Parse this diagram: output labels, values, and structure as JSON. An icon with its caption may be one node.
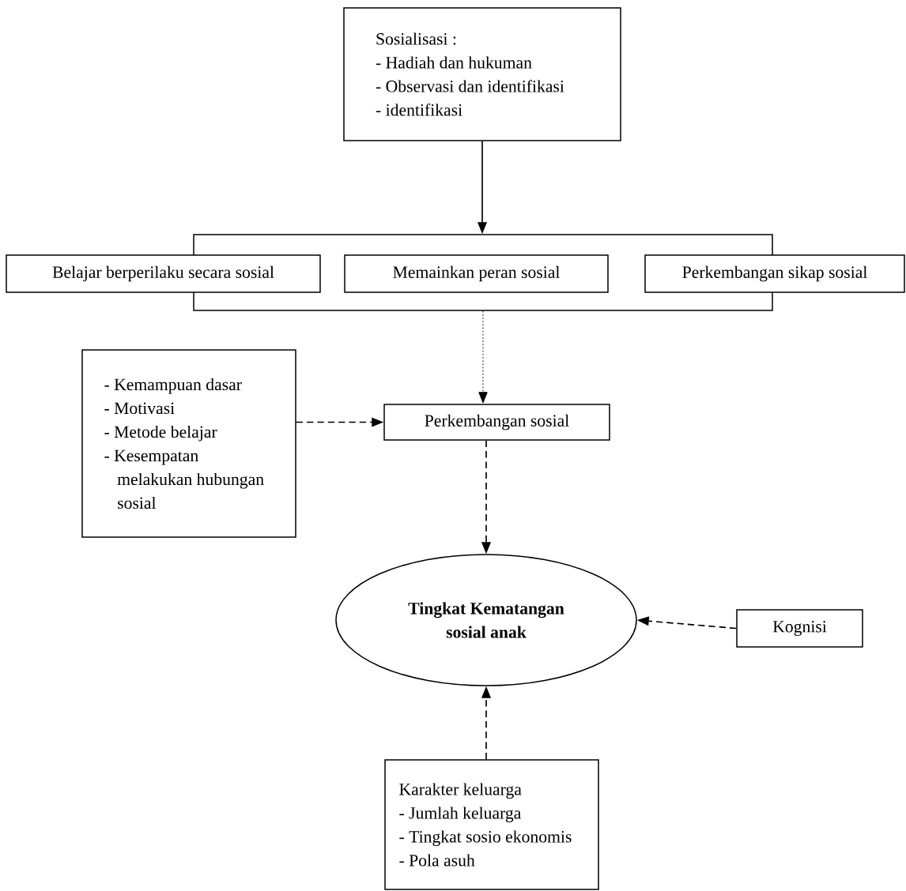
{
  "diagram": {
    "nodes": [
      {
        "text": [
          "Sosialisasi :",
          "- Hadiah dan hukuman",
          "- Observasi dan identifikasi",
          "- identifikasi"
        ]
      },
      {
        "text": [],
        "shape": "box"
      },
      {
        "text": [
          "Belajar berperilaku secara sosial"
        ]
      },
      {
        "text": [
          "Memainkan peran sosial"
        ],
        "in": 1
      },
      {
        "text": [
          "Perkembangan sikap sosial"
        ]
      },
      {
        "text": [
          "- Kemampuan dasar",
          "- Motivasi",
          "- Metode belajar",
          "- Kesempatan melakukan hubungan sosial"
        ]
      },
      {
        "text": [
          "Perkembangan sosial"
        ]
      },
      {
        "text": [
          "Tingkat Kematangan sosial anak"
        ]
      },
      {
        "text": [
          "Kognisi"
        ]
      },
      {
        "text": [
          "Karakter keluarga",
          "- Jumlah keluarga",
          "- Tingkat sosio ekonomis",
          "- Pola asuh"
        ]
      }
    ],
    "edges": [
      {
        "from": 0,
        "to": 1,
        "arrow": "to"
      },
      {
        "from": 1,
        "to": 6,
        "arrow": "to",
        "style": "dashed"
      },
      {
        "from": 5,
        "to": 6,
        "arrow": "to",
        "style": "dashed"
      },
      {
        "from": 6,
        "to": 7,
        "arrow": "to",
        "style": "dashed"
      },
      {
        "from": 8,
        "to": 7,
        "arrow": "to",
        "style": "dashed"
      },
      {
        "from": 9,
        "to": 7,
        "arrow": "to",
        "style": "dashed"
      }
    ]
  }
}
